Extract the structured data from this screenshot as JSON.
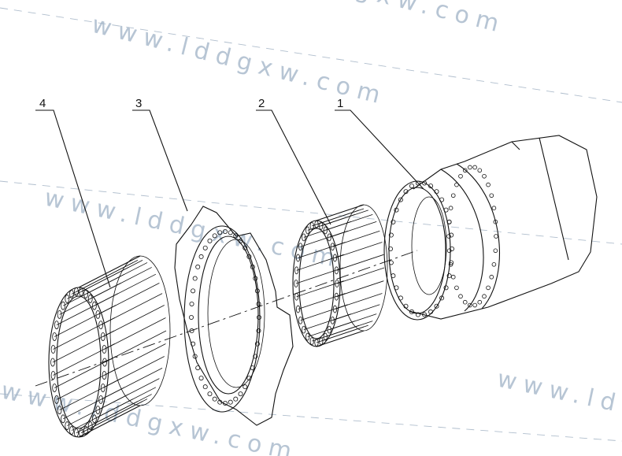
{
  "callouts": [
    {
      "label": "4"
    },
    {
      "label": "3"
    },
    {
      "label": "2"
    },
    {
      "label": "1"
    }
  ],
  "watermarks": [
    {
      "text": "www.lddgxw.com"
    },
    {
      "text": "www.lddgxw.com"
    },
    {
      "text": "www.lddgxw.com"
    },
    {
      "text": "www.ld"
    },
    {
      "text": "gxw.com"
    }
  ],
  "colors": {
    "line": "#111111",
    "watermark": "#9fb2c6",
    "background": "#ffffff"
  }
}
